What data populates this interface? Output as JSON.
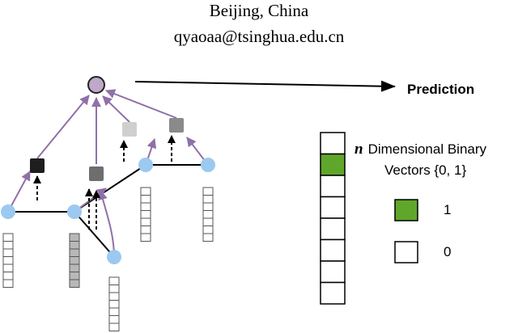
{
  "header": {
    "affiliation": "Beijing, China",
    "email": "qyaoaa@tsinghua.edu.cn"
  },
  "output_label": "Prediction",
  "legend": {
    "title_var": "n",
    "title_line1": "Dimensional Binary",
    "title_line2": "Vectors {0, 1}",
    "one_label": "1",
    "zero_label": "0",
    "one_color": "#5fa72a",
    "zero_color": "#ffffff"
  },
  "colors": {
    "node_fill": "#9cc9f0",
    "root_fill": "#c0a8c8",
    "purple_edge": "#9070a8",
    "hidden_states": [
      "#1e1e1e",
      "#6e6e6e",
      "#cfcfcf",
      "#8a8a8a"
    ],
    "vector_stack_gray": "#b8b8b8"
  },
  "vector_column": {
    "cells": [
      0,
      1,
      0,
      0,
      0,
      0,
      0,
      0
    ]
  }
}
